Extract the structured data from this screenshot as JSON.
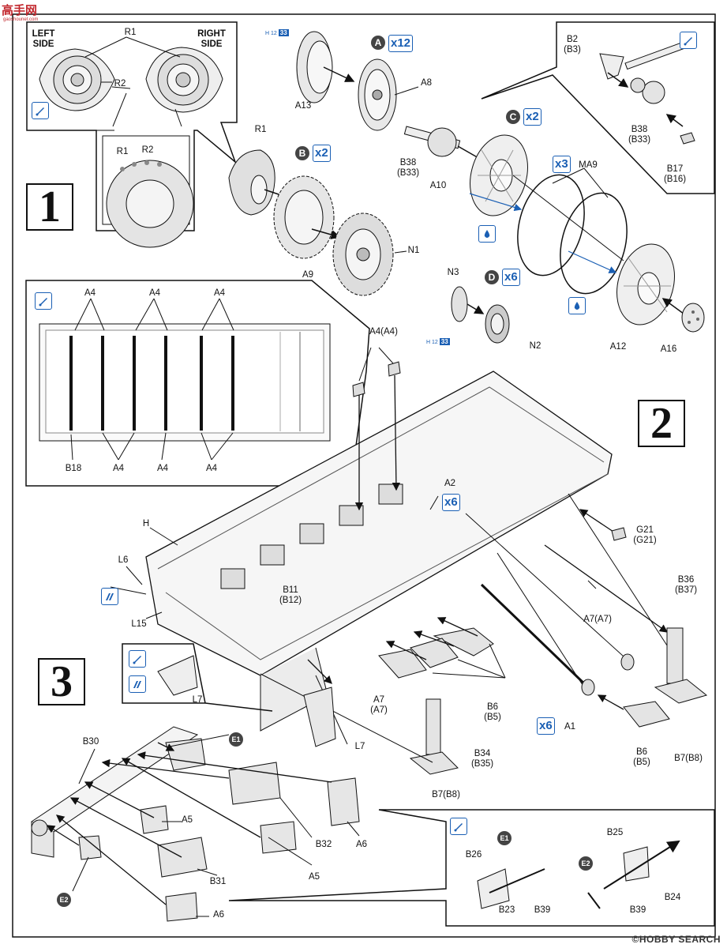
{
  "site_logo": {
    "cn": "高手网",
    "sub": "gaoshounet.com"
  },
  "watermark": "©HOBBY SEARCH",
  "steps": {
    "s1": "1",
    "s2": "2",
    "s3": "3"
  },
  "circles": {
    "A": "A",
    "B": "B",
    "C": "C",
    "D": "D",
    "E1a": "E1",
    "E1b": "E1",
    "E2a": "E2",
    "E2b": "E2"
  },
  "multipliers": {
    "A": "x12",
    "B": "x2",
    "C": "x2",
    "D": "x6",
    "MA9": "x3",
    "A2": "x6",
    "A1": "x6"
  },
  "refs": {
    "r1": "12",
    "r1b": "33",
    "r2": "12",
    "r2b": "33"
  },
  "labels": {
    "left_side": "LEFT\nSIDE",
    "right_side": "RIGHT\nSIDE",
    "R1_top": "R1",
    "R2_top": "R2",
    "R1_detail": "R1",
    "R2_detail": "R2",
    "R1_wheel": "R1",
    "A13": "A13",
    "A8": "A8",
    "A9": "A9",
    "N1": "N1",
    "B2": "B2\n(B3)",
    "B38_right": "B38\n(B33)",
    "B17": "B17\n(B16)",
    "B38_left": "B38\n(B33)",
    "A10": "A10",
    "MA9": "MA9",
    "N3": "N3",
    "N2": "N2",
    "A12": "A12",
    "A16": "A16",
    "A4_1": "A4",
    "A4_2": "A4",
    "A4_3": "A4",
    "A4_b1": "A4",
    "A4_b2": "A4",
    "A4_b3": "A4",
    "B18": "B18",
    "A4A4": "A4(A4)",
    "A2": "A2",
    "G21": "G21\n(G21)",
    "H": "H",
    "L6": "L6",
    "L15": "L15",
    "B11": "B11\n(B12)",
    "B36": "B36\n(B37)",
    "A7_right": "A7(A7)",
    "A7_left": "A7\n(A7)",
    "B6_mid": "B6\n(B5)",
    "B6_right": "B6\n(B5)",
    "A1": "A1",
    "B34": "B34\n(B35)",
    "B7_left": "B7(B8)",
    "B7_right": "B7(B8)",
    "L7_inset": "L7",
    "L7": "L7",
    "B30": "B30",
    "A5_1": "A5",
    "A5_2": "A5",
    "B32": "B32",
    "A6_1": "A6",
    "A6_2": "A6",
    "B31": "B31",
    "B26": "B26",
    "B23": "B23",
    "B39_1": "B39",
    "B25": "B25",
    "B24": "B24",
    "B39_2": "B39"
  }
}
